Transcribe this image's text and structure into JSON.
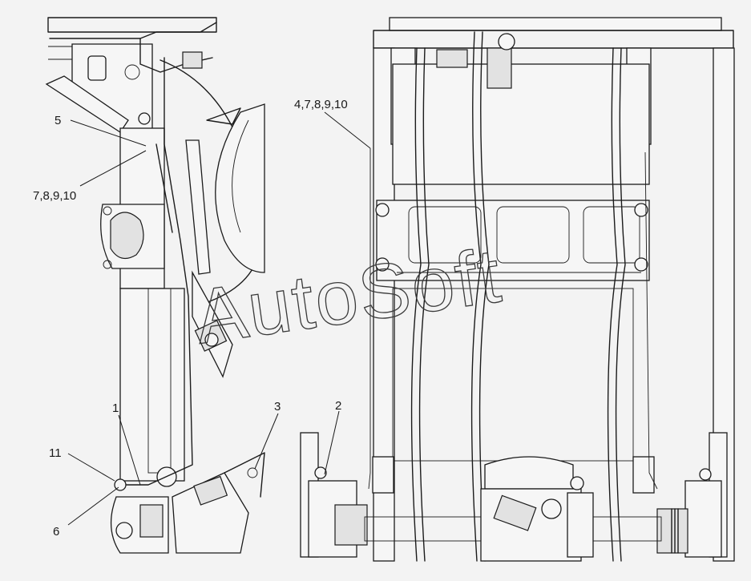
{
  "callouts": {
    "c1": "1",
    "c2": "2",
    "c3": "3",
    "c4": "4,7,8,9,10",
    "c5": "5",
    "c6": "6",
    "c7": "7,8,9,10",
    "c11": "11"
  },
  "watermark": "AutoSoft"
}
